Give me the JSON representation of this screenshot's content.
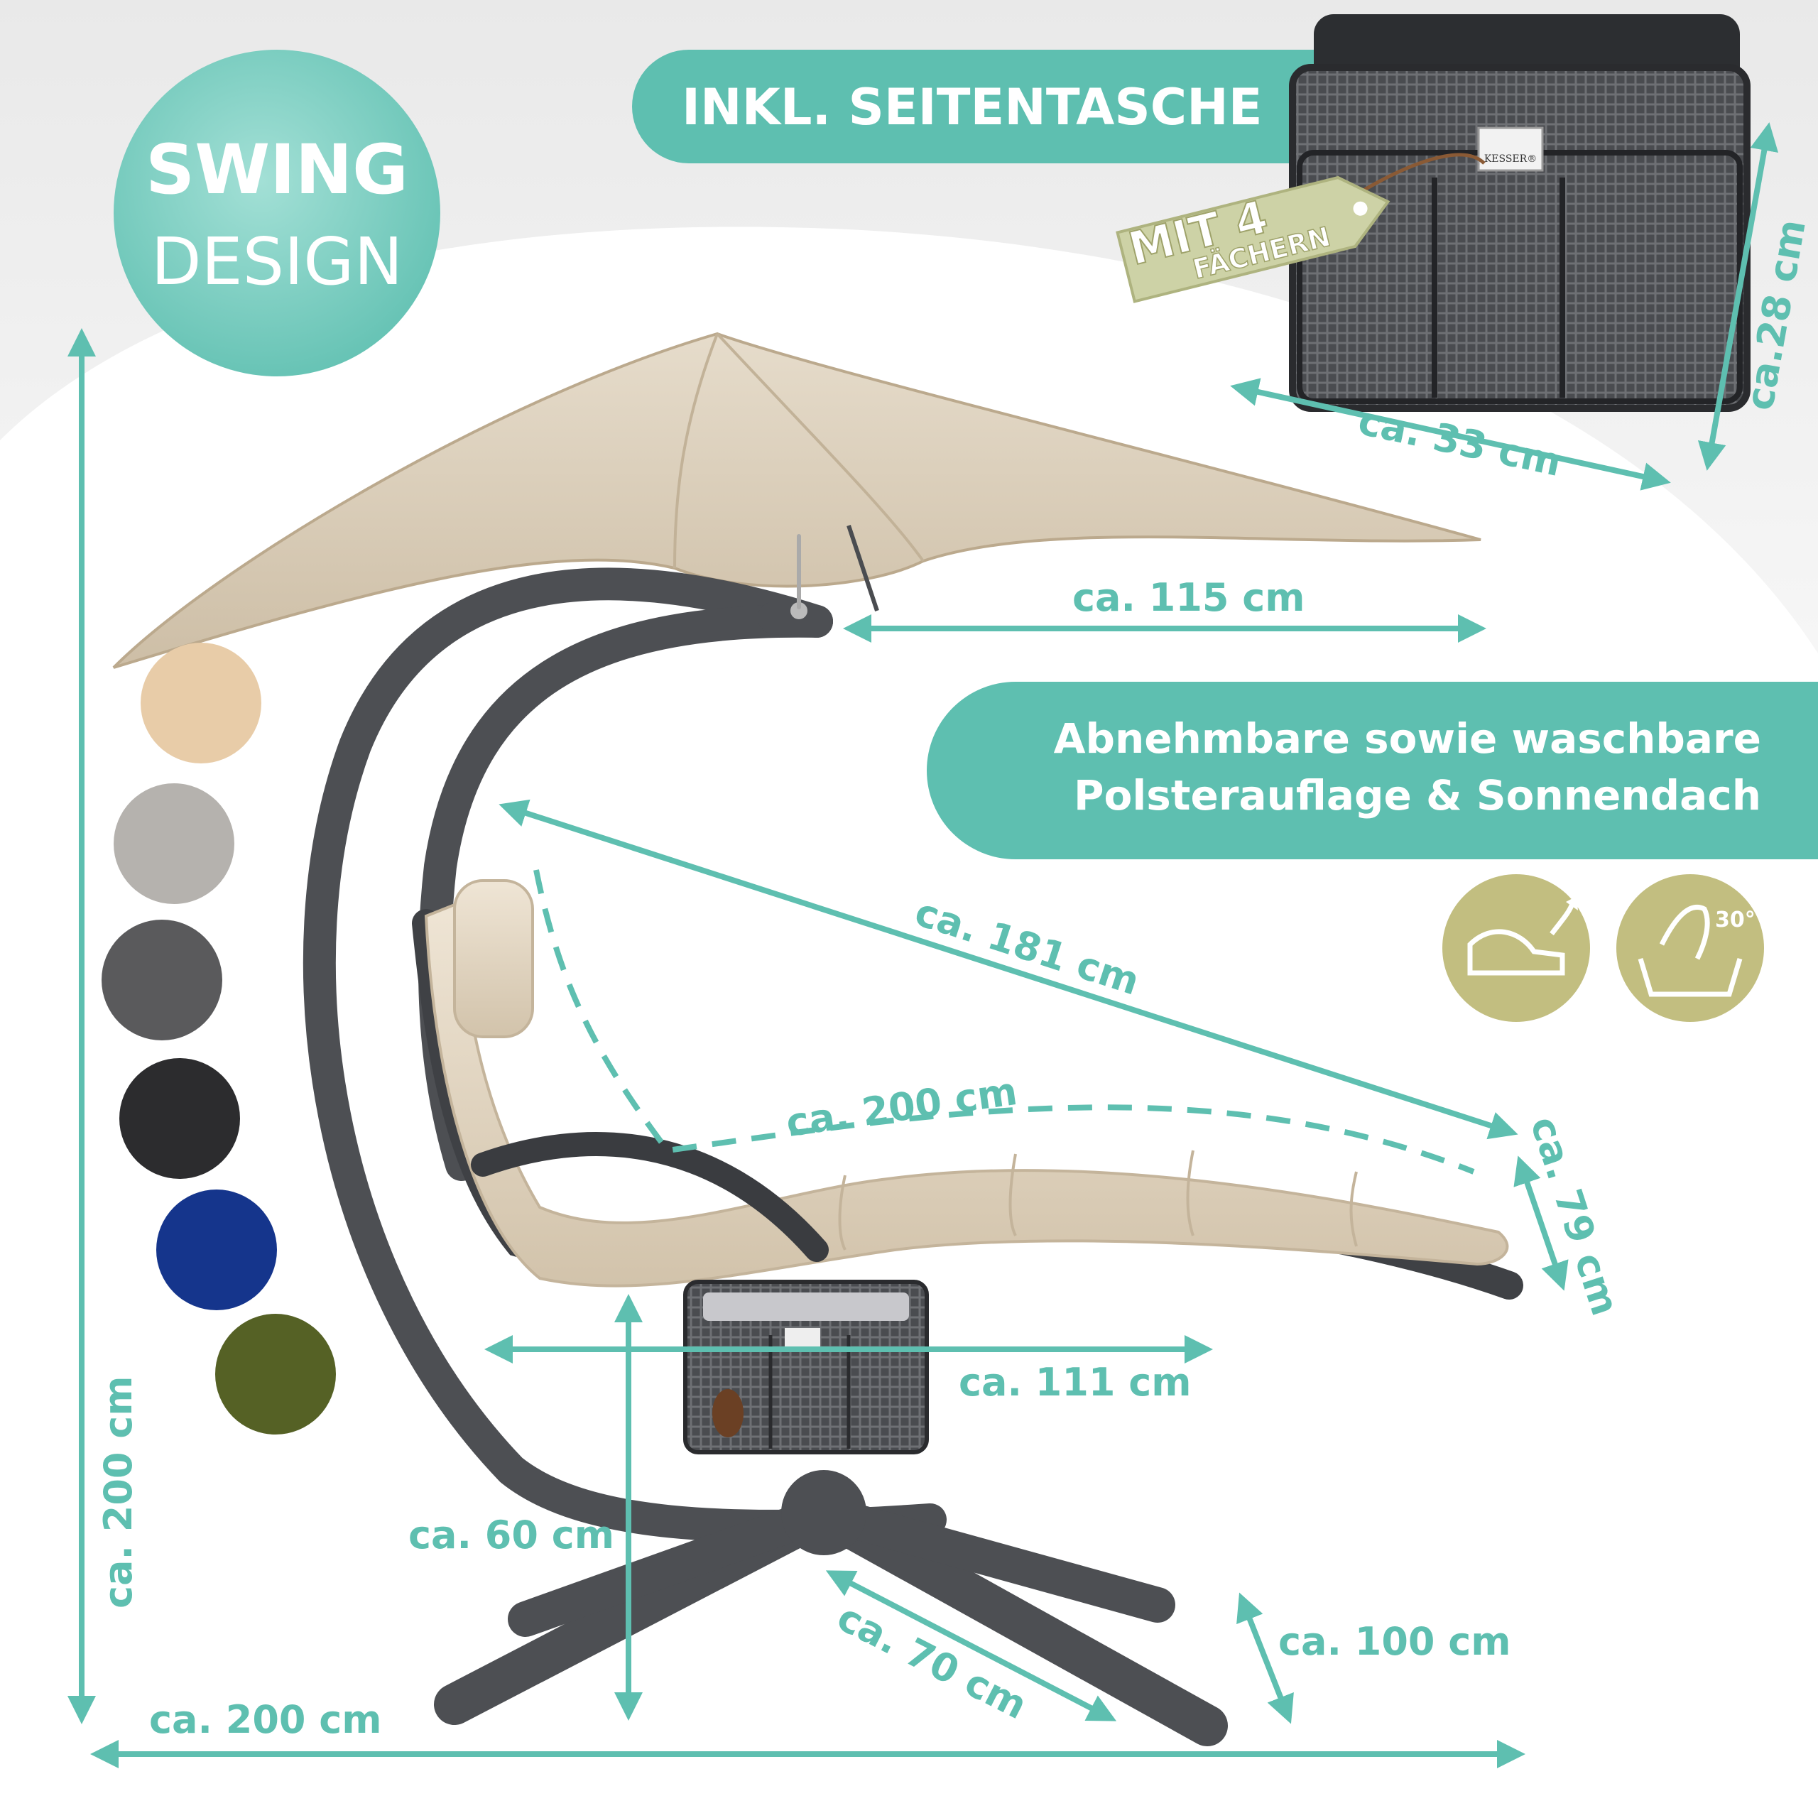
{
  "badge": {
    "line1": "SWING",
    "line2": "DESIGN"
  },
  "banner_top": {
    "text": "INKL. SEITENTASCHE"
  },
  "tag": {
    "line1": "MIT 4",
    "line2": "FÄCHERN"
  },
  "brand": {
    "text": "KESSER®"
  },
  "banner_features": {
    "line1": "Abnehmbare sowie waschbare",
    "line2": "Polsterauflage & Sonnendach"
  },
  "wash_icon": {
    "temp": "30°"
  },
  "dimensions": {
    "bag_width": "ca. 33 cm",
    "bag_height": "ca.28 cm",
    "canopy": "ca. 115 cm",
    "diagonal": "ca. 181 cm",
    "cushion": "ca. 200 cm",
    "depth": "ca. 79 cm",
    "seat_width": "ca. 111 cm",
    "seat_height": "ca. 60 cm",
    "leg": "ca. 70 cm",
    "base_width": "ca. 100 cm",
    "total_height": "ca. 200 cm",
    "total_length": "ca. 200 cm"
  },
  "colors": {
    "accent": "#5ebfb0",
    "icon_bg": "#c2be80",
    "variants": [
      "#e8cca8",
      "#b5b2ae",
      "#5a5a5c",
      "#2c2c2e",
      "#15358c",
      "#556125"
    ]
  }
}
